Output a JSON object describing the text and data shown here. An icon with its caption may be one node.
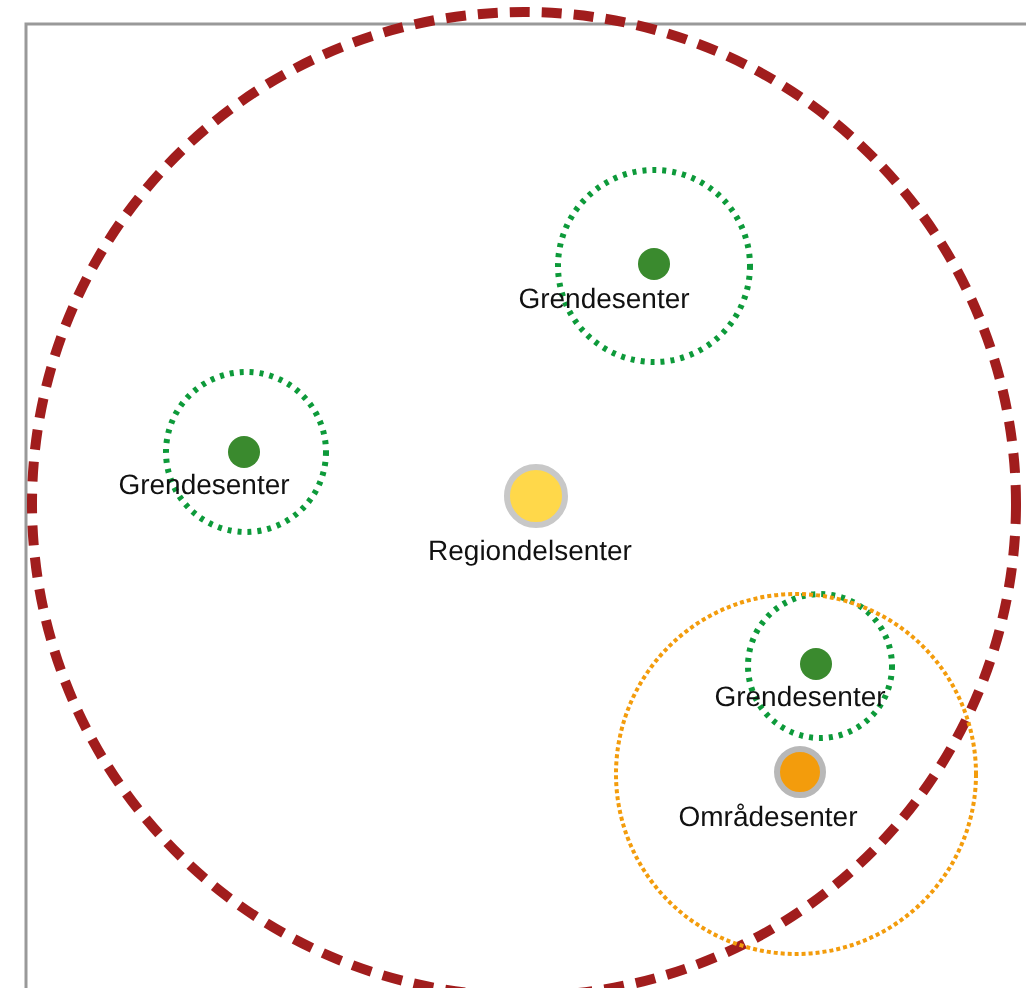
{
  "diagram": {
    "nodes": [
      {
        "text": [
          "Grendesenter"
        ]
      },
      {
        "text": [
          "Grendesenter"
        ]
      },
      {
        "text": [
          "Regiondelsenter"
        ]
      },
      {
        "text": [
          "Grendesenter"
        ]
      },
      {
        "text": [
          "Områdesenter"
        ]
      }
    ]
  }
}
